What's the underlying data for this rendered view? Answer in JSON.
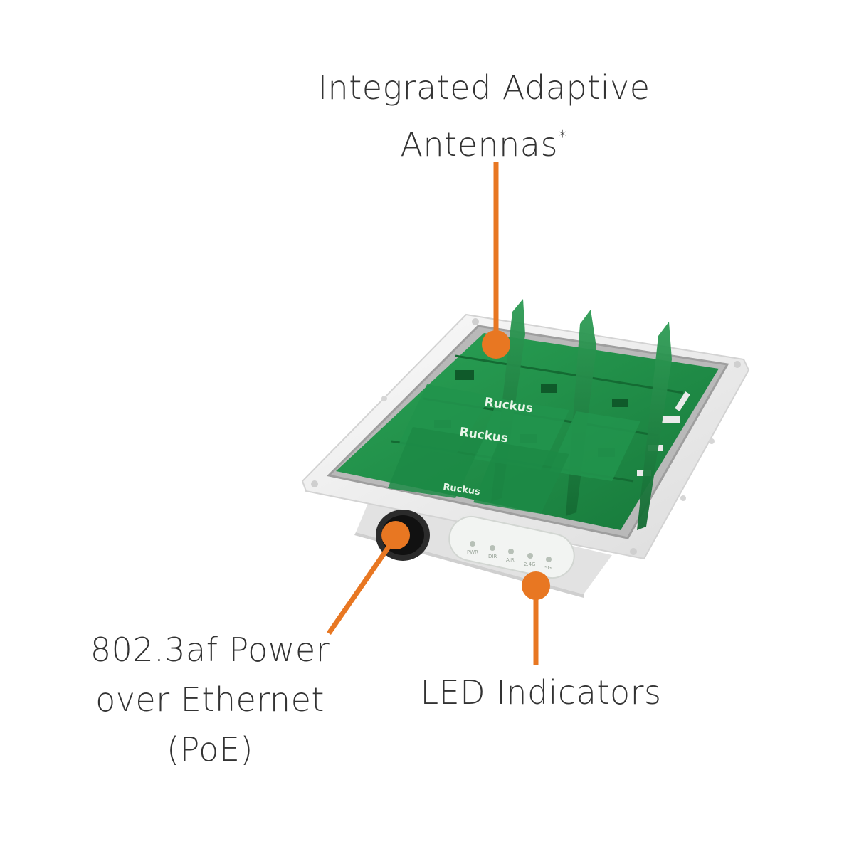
{
  "callouts": {
    "antennas": {
      "line1": "Integrated Adaptive",
      "line2": "Antennas",
      "marker": "*"
    },
    "poe": {
      "line1": "802.3af Power",
      "line2": "over Ethernet",
      "line3": "(PoE)"
    },
    "led": {
      "line1": "LED Indicators"
    }
  },
  "device": {
    "brand": "Ruckus",
    "led_labels": [
      "PWR",
      "DIR",
      "AIR",
      "2.4G",
      "5G"
    ]
  },
  "colors": {
    "accent": "#e87722",
    "board": "#1f8f47",
    "housing": "#eeeeee"
  }
}
